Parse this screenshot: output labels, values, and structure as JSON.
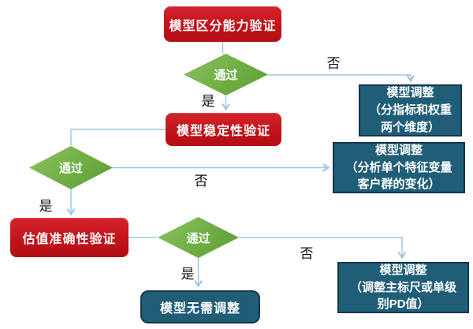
{
  "flowchart": {
    "nodes": {
      "step1": {
        "label": "模型区分能力验证"
      },
      "decision1": {
        "label": "通过"
      },
      "adjust1": {
        "label": "模型调整\n（分指标和权重\n两个维度）"
      },
      "step2": {
        "label": "模型稳定性验证"
      },
      "decision2": {
        "label": "通过"
      },
      "adjust2": {
        "label": "模型调整\n（分析单个特征变量\n客户群的变化）"
      },
      "step3": {
        "label": "估值准确性验证"
      },
      "decision3": {
        "label": "通过"
      },
      "adjust3": {
        "label": "模型调整\n（调整主标尺或单级\n别PD值）"
      },
      "end": {
        "label": "模型无需调整"
      }
    },
    "edge_labels": {
      "yes1": "是",
      "no1": "否",
      "yes2": "是",
      "no2": "否",
      "yes3": "是",
      "no3": "否"
    },
    "colors": {
      "process_red": "#c01219",
      "decision_green": "#6fae43",
      "adjust_teal": "#205e78",
      "adjust_border": "#15384d",
      "connector_blue": "#9dc3e6"
    }
  }
}
